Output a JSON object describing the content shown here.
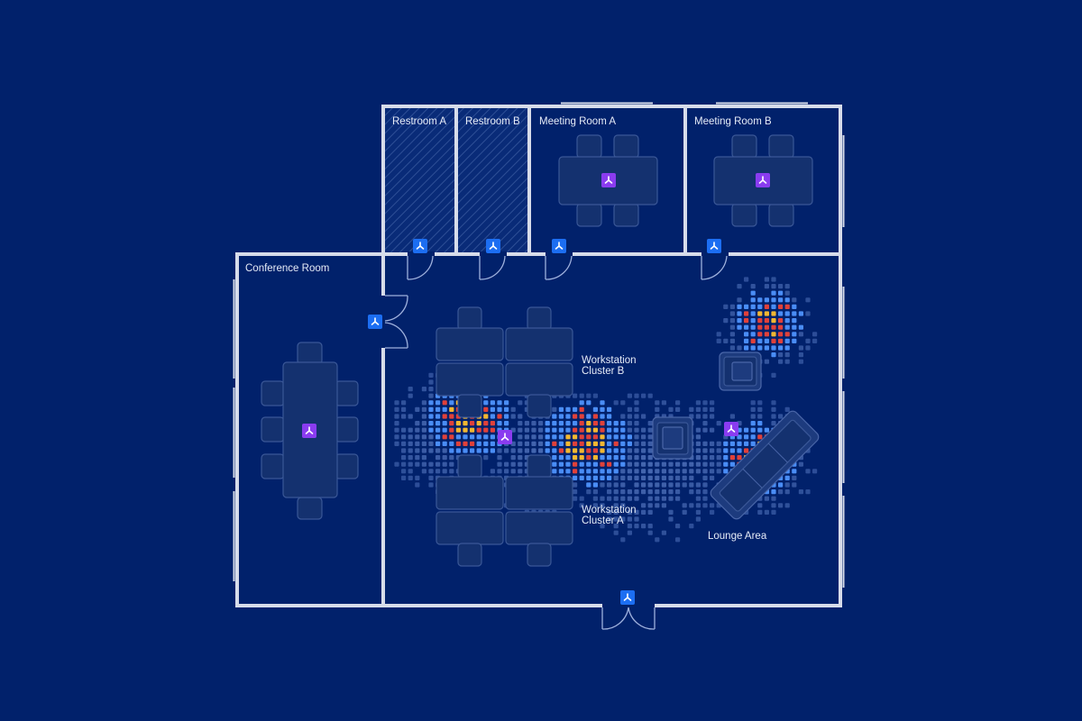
{
  "floor_plan": {
    "rooms": [
      {
        "id": "restroom-a",
        "label": "Restroom A"
      },
      {
        "id": "restroom-b",
        "label": "Restroom B"
      },
      {
        "id": "meeting-room-a",
        "label": "Meeting Room A"
      },
      {
        "id": "meeting-room-b",
        "label": "Meeting Room B"
      },
      {
        "id": "conference-room",
        "label": "Conference Room"
      }
    ],
    "zones": [
      {
        "id": "workstation-cluster-b",
        "label_lines": [
          "Workstation",
          "Cluster B"
        ]
      },
      {
        "id": "workstation-cluster-a",
        "label_lines": [
          "Workstation",
          "Cluster A"
        ]
      },
      {
        "id": "lounge-area",
        "label": "Lounge Area"
      }
    ]
  },
  "sensors": {
    "door_sensor_icon": "sensor-icon",
    "room_sensor_icon": "sensor-icon"
  },
  "colors": {
    "background": "#01216b",
    "walls": "#d7dcea",
    "door_sensor": "#1c6ef2",
    "room_sensor": "#8a3cf0",
    "heat_low": "#4d6fb8",
    "heat_mid": "#4a8df5",
    "heat_high_yellow": "#f2b731",
    "heat_high_red": "#e0413a"
  }
}
